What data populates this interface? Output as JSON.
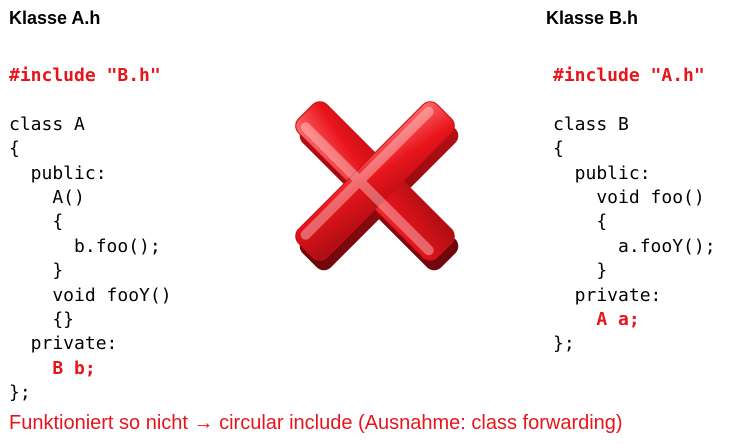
{
  "left": {
    "heading": "Klasse A.h",
    "code": [
      "#include \"B.h\"",
      "",
      "class A",
      "{",
      "  public:",
      "    A()",
      "    {",
      "      b.foo();",
      "    }",
      "    void fooY()",
      "    {}",
      "  private:",
      "    B b;",
      "};"
    ],
    "highlighted_lines": [
      0,
      12
    ]
  },
  "right": {
    "heading": "Klasse B.h",
    "code": [
      "#include \"A.h\"",
      "",
      "class B",
      "{",
      "  public:",
      "    void foo()",
      "    {",
      "      a.fooY();",
      "    }",
      "  private:",
      "    A a;",
      "};"
    ],
    "highlighted_lines": [
      0,
      10
    ]
  },
  "footer": "Funktioniert so nicht → circular include (Ausnahme: class forwarding)",
  "colors": {
    "highlight": "#e8141b",
    "text": "#000000",
    "x_mark": "#d8131b"
  },
  "icons": [
    "red-x-icon"
  ]
}
